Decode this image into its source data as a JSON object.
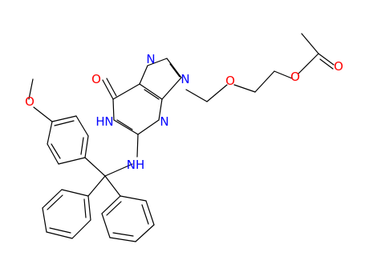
{
  "diagram": {
    "type": "chemical-structure",
    "colors": {
      "bond": "#000000",
      "oxygen": "#ff0000",
      "nitrogen": "#0000ff",
      "background": "#ffffff"
    },
    "atom_labels": {
      "carbonyl_o": "O",
      "n_imidazole_top": "N",
      "n9": "N",
      "n3": "N",
      "n1h": "N",
      "h_n1": "H",
      "nh_linker": "NH",
      "ether_o": "O",
      "ester_o": "O",
      "acetyl_o": "O",
      "methoxy_o": "O"
    }
  }
}
